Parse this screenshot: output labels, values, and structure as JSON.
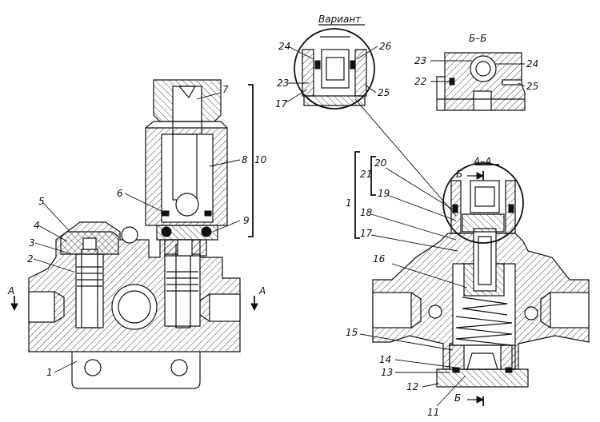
{
  "section_labels": {
    "variant": "Вариант",
    "bb": "Б–Б",
    "aa": "А–А",
    "a_left": "А",
    "a_right": "А",
    "b_top": "Б",
    "b_bottom": "Б"
  },
  "part_numbers": {
    "n1": "1",
    "n2": "2",
    "n3": "3",
    "n4": "4",
    "n5": "5",
    "n6": "6",
    "n7": "7",
    "n8": "8",
    "n9": "9",
    "n10": "10",
    "n11": "11",
    "n12": "12",
    "n13": "13",
    "n14": "14",
    "n15": "15",
    "n16": "16",
    "n17": "17",
    "n18": "18",
    "n19": "19",
    "n20": "20",
    "n21": "21",
    "n22": "22",
    "n23": "23",
    "n24": "24",
    "n25": "25",
    "n26": "26"
  }
}
